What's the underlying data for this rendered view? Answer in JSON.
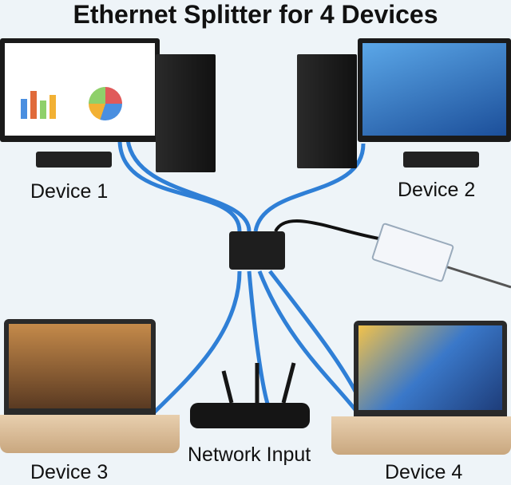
{
  "title": "Ethernet Splitter for 4 Devices",
  "labels": {
    "device1": "Device 1",
    "device2": "Device 2",
    "device3": "Device 3",
    "device4": "Device 4",
    "network": "Network Input"
  },
  "colors": {
    "cable": "#2f7fd6",
    "device": "#1a1a1a",
    "laptop": "#d8b68d"
  }
}
